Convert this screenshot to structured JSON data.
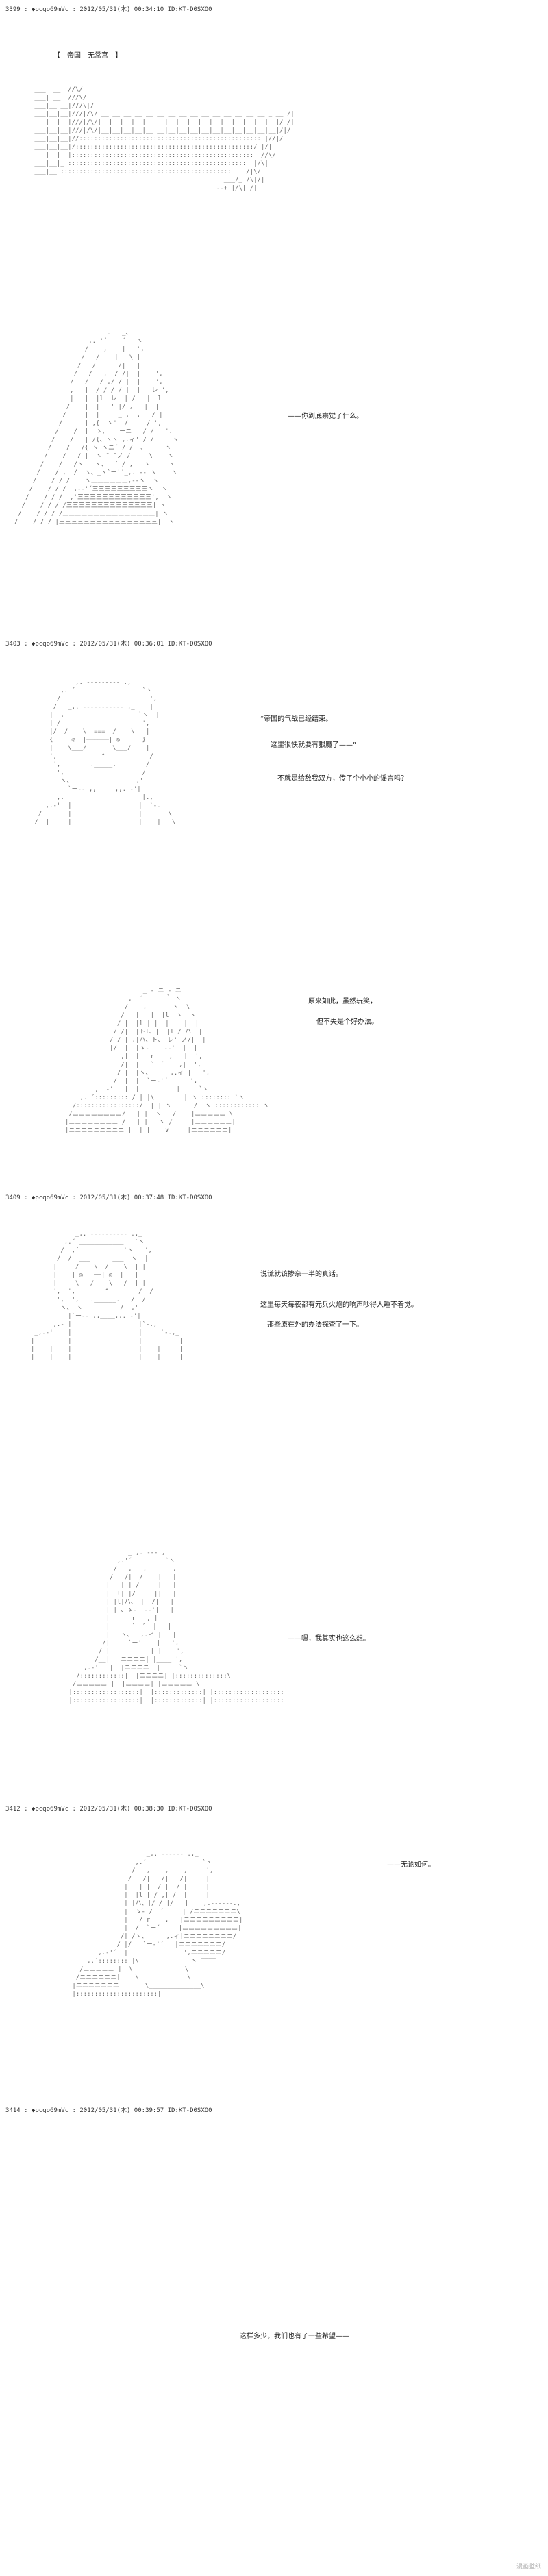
{
  "posts": [
    {
      "header": "3399 : ◆pcqo69mVc : 2012/05/31(木) 00:34:10 ID:KT-D0SXO0",
      "lines": [
        "【　帝国　无常宫　】"
      ]
    },
    {
      "lines": [
        "——你到底察觉了什么。"
      ]
    },
    {
      "header": "3403 : ◆pcqo69mVc : 2012/05/31(木) 00:36:01 ID:KT-D0SXO0",
      "lines": [
        "“帝国的气战已经结束。",
        "这里很快就要有狠魔了——”",
        "不就是给敌我双方，传了个小小的谣言吗？"
      ]
    },
    {
      "lines": [
        "原来如此，虽然玩笑，",
        "但不失是个好办法。"
      ]
    },
    {
      "header": "3409 : ◆pcqo69mVc : 2012/05/31(木) 00:37:48 ID:KT-D0SXO0",
      "lines": [
        "说谎就该掺杂一半的真话。",
        "这里每天每夜都有元兵火炮的响声吵得人睡不着觉。",
        "那些原在外的办法探查了一下。"
      ]
    },
    {
      "lines": [
        "——嗯，我其实也这么想。"
      ]
    },
    {
      "header": "3412 : ◆pcqo69mVc : 2012/05/31(木) 00:38:30 ID:KT-D0SXO0",
      "lines": [
        "——无论如何。"
      ]
    },
    {
      "header": "3414 : ◆pcqo69mVc : 2012/05/31(木) 00:39:57 ID:KT-D0SXO0",
      "lines": [
        "这样多少，我们也有了一些希望——"
      ]
    }
  ],
  "watermark": "漫画壁纸"
}
